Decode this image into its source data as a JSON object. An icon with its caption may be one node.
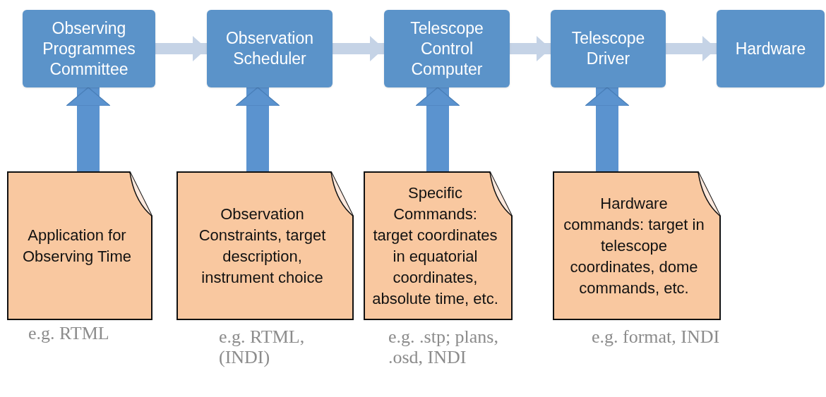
{
  "diagram": {
    "nodes": [
      {
        "text": [
          "Observing Programmes Committee"
        ]
      },
      {
        "text": [
          "Observation Scheduler"
        ]
      },
      {
        "text": [
          "Telescope Control Computer"
        ]
      },
      {
        "text": [
          "Telescope Driver"
        ]
      },
      {
        "text": [
          "Hardware"
        ]
      },
      {
        "text": [
          "Application for Observing Time"
        ],
        "beside": [
          "e.g. RTML"
        ]
      },
      {
        "text": [
          "Observation Constraints, target description, instrument choice"
        ],
        "beside": [
          "e.g. RTML, (INDI)"
        ]
      },
      {
        "text": [
          "Specific Commands: target coordinates in equatorial coordinates, absolute time, etc."
        ],
        "beside": [
          "e.g. .stp; plans, .osd, INDI"
        ]
      },
      {
        "text": [
          "Hardware commands: target in telescope coordinates, dome commands, etc."
        ],
        "beside": [
          "e.g. format, INDI"
        ]
      }
    ],
    "edges": [
      {
        "from": 0,
        "to": 1,
        "arrow": "to",
        "color": "#c5d3e6"
      },
      {
        "from": 1,
        "to": 2,
        "arrow": "to",
        "color": "#c5d3e6"
      },
      {
        "from": 2,
        "to": 3,
        "arrow": "to",
        "color": "#c5d3e6"
      },
      {
        "from": 3,
        "to": 4,
        "arrow": "to",
        "color": "#c5d3e6"
      },
      {
        "from": 5,
        "to": 0,
        "arrow": "to",
        "style": "thick",
        "color": "#5b93cf"
      },
      {
        "from": 6,
        "to": 1,
        "arrow": "to",
        "style": "thick",
        "color": "#5b93cf"
      },
      {
        "from": 7,
        "to": 2,
        "arrow": "to",
        "style": "thick",
        "color": "#5b93cf"
      },
      {
        "from": 8,
        "to": 3,
        "arrow": "to",
        "style": "thick",
        "color": "#5b93cf"
      }
    ]
  }
}
